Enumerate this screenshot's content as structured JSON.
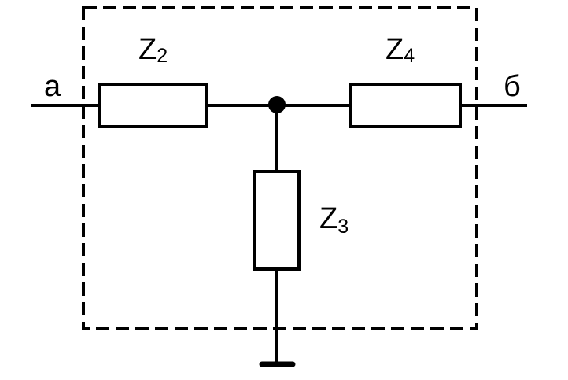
{
  "diagram": {
    "terminals": {
      "left": "a",
      "right": "б"
    },
    "impedances": {
      "z2": {
        "letter": "Z",
        "index": "2"
      },
      "z3": {
        "letter": "Z",
        "index": "3"
      },
      "z4": {
        "letter": "Z",
        "index": "4"
      }
    },
    "colors": {
      "line": "#000000",
      "background": "#ffffff"
    }
  }
}
